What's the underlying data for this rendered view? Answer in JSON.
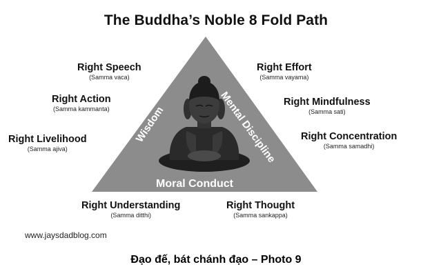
{
  "title": "The Buddha’s Noble 8 Fold Path",
  "triangle": {
    "left_side": "Wisdom",
    "right_side": "Mental Discipline",
    "base": "Moral Conduct",
    "fill": "#8c8c8c"
  },
  "paths": {
    "speech": {
      "name": "Right Speech",
      "pali": "(Samma vaca)"
    },
    "action": {
      "name": "Right Action",
      "pali": "(Samma kammanta)"
    },
    "livelihood": {
      "name": "Right Livelihood",
      "pali": "(Samma ajiva)"
    },
    "effort": {
      "name": "Right Effort",
      "pali": "(Samma vayama)"
    },
    "mindfulness": {
      "name": "Right Mindfulness",
      "pali": "(Samma sati)"
    },
    "concentration": {
      "name": "Right Concentration",
      "pali": "(Samma samadhi)"
    },
    "understanding": {
      "name": "Right Understanding",
      "pali": "(Samma ditthi)"
    },
    "thought": {
      "name": "Right Thought",
      "pali": "(Samma sankappa)"
    }
  },
  "website": "www.jaysdadblog.com",
  "caption": "Đạo đế, bát chánh đạo – Photo 9"
}
